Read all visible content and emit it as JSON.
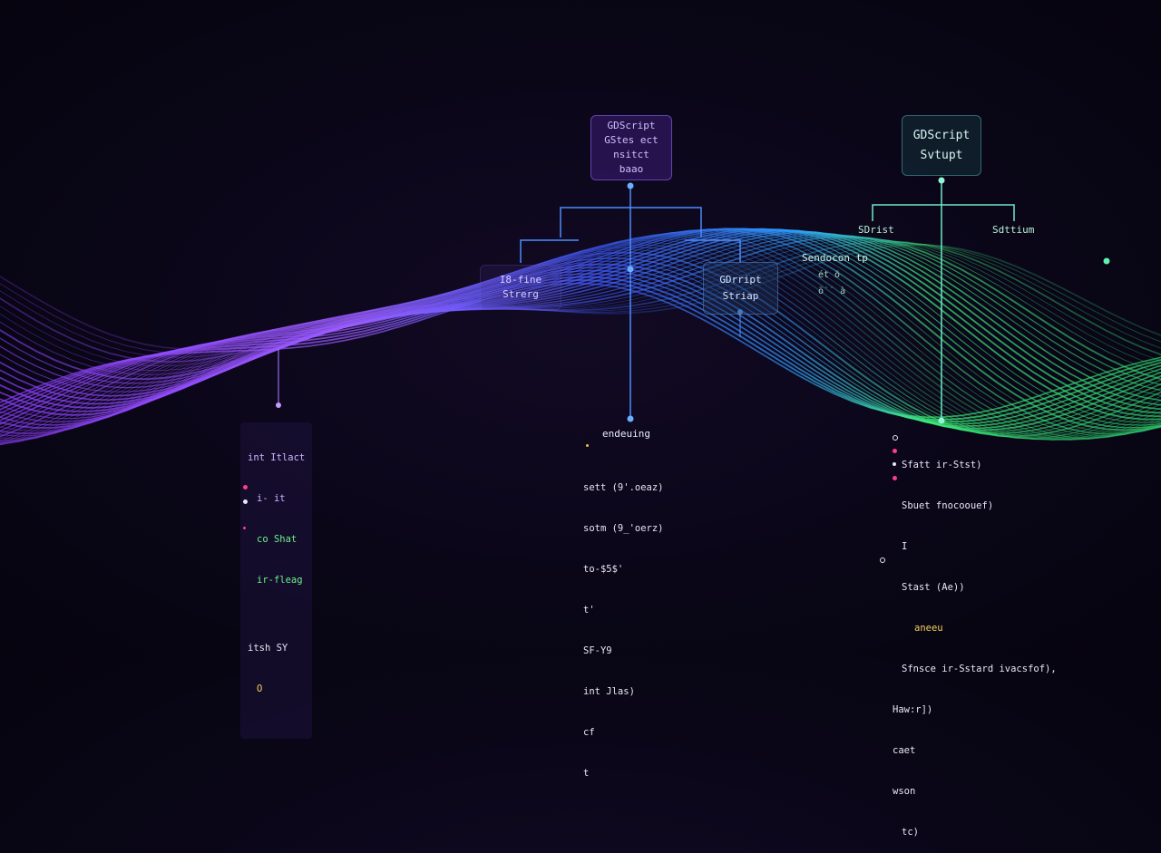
{
  "colors": {
    "background": "#0a0618",
    "purple_wave": "#9a4dff",
    "blue_wave": "#3d6bff",
    "green_wave": "#3cf07a",
    "purple_line": "#8a6cff",
    "blue_line": "#4d8dff",
    "teal_line": "#6fe8c8"
  },
  "nodes": {
    "top_center": {
      "lines": [
        "GDScript",
        "GStes ect",
        "nsitct",
        "baao"
      ]
    },
    "top_right": {
      "lines": [
        "GDScript",
        "Svtupt"
      ]
    },
    "mid_left": {
      "lines": [
        "I8-fine",
        "Strerg"
      ]
    },
    "mid_right": {
      "lines": [
        "GDrript",
        "Striap"
      ]
    }
  },
  "labels": {
    "sdrist": "SDrist",
    "sdttium": "Sdttium",
    "sendocon": "Sendocon tp",
    "sendocon_sub1": "ét ö",
    "sendocon_sub2": "ö˙˙ à",
    "endeuing": "endeuing"
  },
  "code_blocks": {
    "left": [
      "int Itlact",
      "i- it",
      "co Shat",
      "ir-fleag",
      "",
      "itsh SY",
      "O",
      ""
    ],
    "center": [
      "sett (9'.oeaz)",
      "sotm (9_'oerz)",
      "to-$5$'",
      "t'",
      "SF-Y9",
      "int Jlas)",
      "cf",
      "t"
    ],
    "right": [
      "Sfatt ir-Stst)",
      "Sbuet fnocoouef)",
      "I",
      "Stast (Ae))",
      "aneeu",
      "Sfnsce ir-Sstard ivacsfof),",
      "Haw:r])",
      "caet",
      "wson",
      "tc)"
    ]
  }
}
